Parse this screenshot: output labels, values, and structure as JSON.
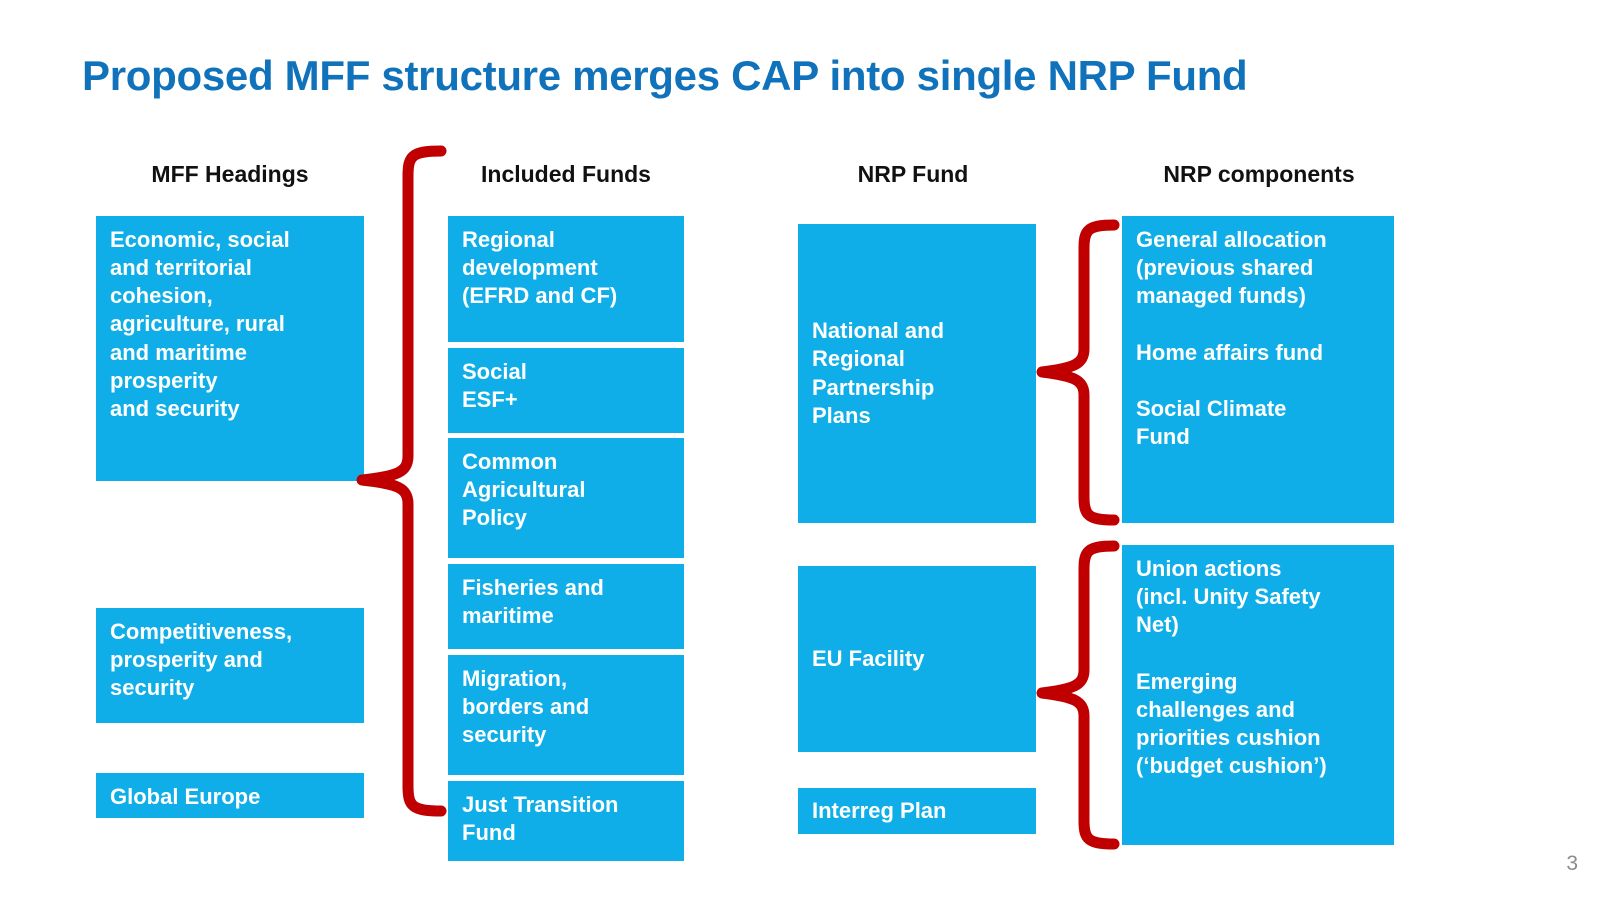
{
  "slide": {
    "title": "Proposed MFF structure merges CAP into single NRP Fund",
    "page_number": "3",
    "colors": {
      "title_blue": "#1072BA",
      "box_blue": "#0FAEE8",
      "brace_red": "#C00000",
      "box_text": "#FFFFFF",
      "header_text": "#111111",
      "page_number_gray": "#8C8C8C",
      "background": "#FFFFFF"
    }
  },
  "columns": [
    {
      "header": "MFF Headings",
      "boxes": [
        {
          "label": "Economic, social\nand territorial\ncohesion,\nagriculture, rural\nand maritime\nprosperity\nand security"
        },
        {
          "label": "Competitiveness,\nprosperity and\nsecurity"
        },
        {
          "label": "Global Europe"
        }
      ]
    },
    {
      "header": "Included Funds",
      "boxes": [
        {
          "label": "Regional\ndevelopment\n(EFRD and CF)"
        },
        {
          "label": "Social\nESF+"
        },
        {
          "label": "Common\nAgricultural\nPolicy"
        },
        {
          "label": "Fisheries and\nmaritime"
        },
        {
          "label": "Migration,\nborders and\nsecurity"
        },
        {
          "label": "Just Transition\nFund"
        }
      ]
    },
    {
      "header": "NRP Fund",
      "boxes": [
        {
          "label": "National and\nRegional\nPartnership\nPlans"
        },
        {
          "label": "EU Facility"
        },
        {
          "label": "Interreg Plan"
        }
      ]
    },
    {
      "header": "NRP components",
      "boxes": [
        {
          "label": "General allocation\n(previous shared\nmanaged funds)\n\nHome affairs fund\n\nSocial Climate\nFund"
        },
        {
          "label": "Union actions\n(incl. Unity Safety\nNet)\n\nEmerging\nchallenges and\npriorities cushion\n(‘budget cushion’)"
        }
      ]
    }
  ],
  "connectors": [
    {
      "name": "brace-mff-to-funds",
      "direction": "points-left",
      "from": "Included Funds group",
      "to": "Economic, social and territorial cohesion heading"
    },
    {
      "name": "brace-nrp-plans-to-components",
      "direction": "points-left",
      "from": "General allocation components",
      "to": "National and Regional Partnership Plans"
    },
    {
      "name": "brace-eu-facility-to-components",
      "direction": "points-left",
      "from": "Union actions components",
      "to": "EU Facility"
    }
  ]
}
